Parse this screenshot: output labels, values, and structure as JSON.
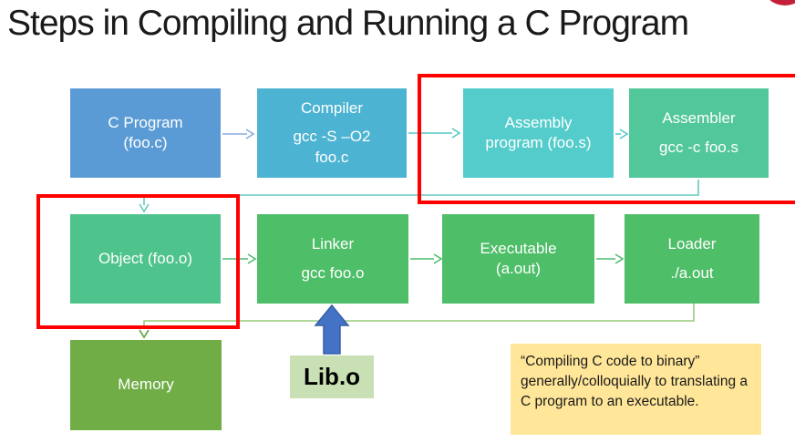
{
  "title": "Steps in Compiling and Running a C Program",
  "boxes": {
    "c_program": {
      "lines": [
        "C Program",
        "(foo.c)"
      ]
    },
    "compiler": {
      "heading": "Compiler",
      "lines": [
        "gcc -S –O2",
        "foo.c"
      ]
    },
    "assembly": {
      "lines": [
        "Assembly",
        "program (foo.s)"
      ]
    },
    "assembler": {
      "heading": "Assembler",
      "lines": [
        "gcc -c foo.s"
      ]
    },
    "object": {
      "lines": [
        "Object (foo.o)"
      ]
    },
    "linker": {
      "heading": "Linker",
      "lines": [
        "gcc foo.o"
      ]
    },
    "executable": {
      "lines": [
        "Executable",
        "(a.out)"
      ]
    },
    "loader": {
      "heading": "Loader",
      "lines": [
        "./a.out"
      ]
    },
    "memory": {
      "lines": [
        "Memory"
      ]
    }
  },
  "lib_box": {
    "label": "Lib.o"
  },
  "note": {
    "text": "“Compiling C code to binary” generally/colloquially to translating a C program to an executable."
  },
  "colors": {
    "title_text": "#1a1a1a",
    "box_text": "#ffffff",
    "c_program": "#5B9BD5",
    "compiler": "#4DB3D2",
    "assembly": "#53CCCB",
    "assembler": "#52C79A",
    "object": "#4EC48C",
    "process_green": "#4EBE68",
    "memory": "#70AD47",
    "lib_bg": "#C9E0B4",
    "lib_text": "#000000",
    "note_bg": "#FFE699",
    "note_text": "#1a1a1a",
    "highlight": "#FF0000",
    "badge": "#C5203A",
    "arrow_blue_light": "#86ABE0",
    "arrow_teal": "#55C6C8",
    "elbow_teal": "#68C8C0",
    "arrow_green": "#4FBE71",
    "elbow_green": "#97CB7A",
    "arrow_dark_green": "#6FAD4C",
    "big_arrow_fill": "#4472C4",
    "big_arrow_edge": "#365FA8"
  }
}
